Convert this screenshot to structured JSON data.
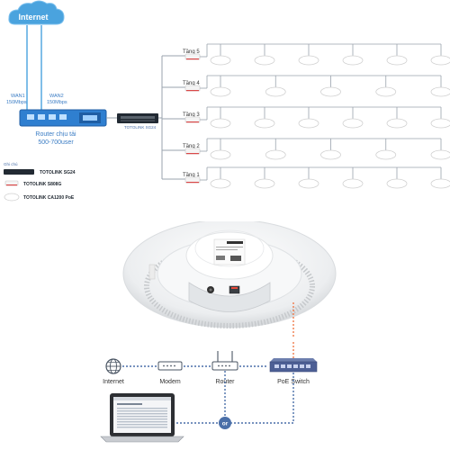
{
  "top": {
    "internet": "Internet",
    "wan1": "WAN1",
    "wan1_speed": "150Mbps",
    "wan2": "WAN2",
    "wan2_speed": "150Mbps",
    "router_caption_1": "Router chịu tải",
    "router_caption_2": "500-700user",
    "switch_label": "TOTOLINK SG24",
    "floors": [
      "Tầng 5",
      "Tầng 4",
      "Tầng 3",
      "Tầng 2",
      "Tầng 1"
    ]
  },
  "legend": {
    "title": "Ghi chú",
    "items": [
      {
        "label": "TOTOLINK SG24"
      },
      {
        "label": "TOTOLINK S808G"
      },
      {
        "label": "TOTOLINK CA1200 PoE"
      }
    ]
  },
  "bottom": {
    "internet": "Internet",
    "modem": "Modem",
    "router": "Router",
    "poe_switch": "PoE Switch",
    "or": "or"
  },
  "colors": {
    "cloud": "#4aa3de",
    "router_blue": "#2f7fd0",
    "line_gray": "#9aa3ad",
    "line_blue": "#4a6fa8",
    "poe_orange": "#f07a4a",
    "switch_dark": "#222a33"
  }
}
